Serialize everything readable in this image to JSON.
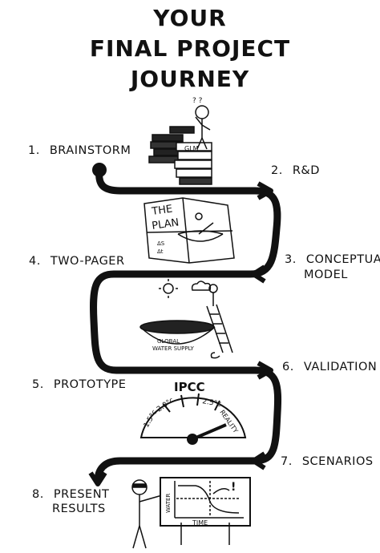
{
  "title": {
    "line1": "YOUR",
    "line2": "FINAL PROJECT",
    "line3": "JOURNEY"
  },
  "steps": [
    {
      "num": "1.",
      "label": "BRAINSTORM"
    },
    {
      "num": "2.",
      "label": "R&D"
    },
    {
      "num": "3.",
      "label": "CONCEPTUAL",
      "label2": "MODEL"
    },
    {
      "num": "4.",
      "label": "TWO-PAGER"
    },
    {
      "num": "5.",
      "label": "PROTOTYPE"
    },
    {
      "num": "6.",
      "label": "VALIDATION"
    },
    {
      "num": "7.",
      "label": "SCENARIOS"
    },
    {
      "num": "8.",
      "label": "PRESENT",
      "label2": "RESULTS"
    }
  ],
  "illustrations": {
    "brainstorm": {
      "thought": "? ?",
      "stack_label": "GLM"
    },
    "plan": {
      "title_line1": "THE",
      "title_line2": "PLAN",
      "delta_top": "ΔS",
      "delta_bottom": "Δt"
    },
    "two_pager": {
      "bowl_label_line1": "GLOBAL",
      "bowl_label_line2": "WATER SUPPLY"
    },
    "prototype_gauge": {
      "title": "IPCC",
      "ticks": [
        "1.5°c",
        "2.0°c",
        "2.5°c",
        "REALITY"
      ]
    },
    "results_chart": {
      "ylabel": "WATER",
      "xlabel": "TIME",
      "alert": "!"
    }
  }
}
